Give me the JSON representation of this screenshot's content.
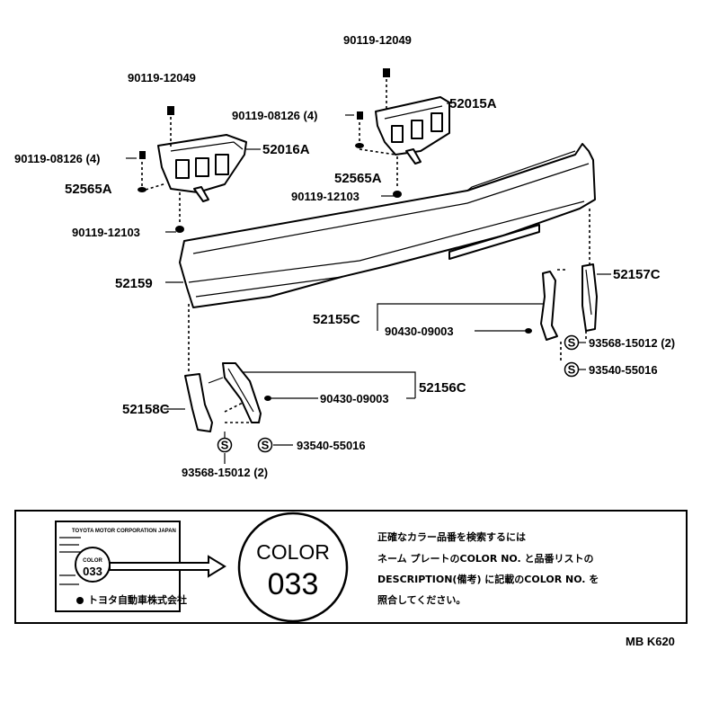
{
  "parts": {
    "bolt_top_right": "90119-12049",
    "bolt_top_left": "90119-12049",
    "bracket_right": "52015A",
    "screw_right": "90119-08126 (4)",
    "bracket_left": "52016A",
    "screw_left": "90119-08126 (4)",
    "nut_right": "52565A",
    "nut_left": "52565A",
    "bolt_bottom_right": "90119-12103",
    "bolt_bottom_left": "90119-12103",
    "bumper_cover": "52159",
    "retainer_right_upper": "52157C",
    "retainer_right_inner": "52155C",
    "clip_right": "90430-09003",
    "screw_s_right_1": "93568-15012 (2)",
    "screw_s_right_2": "93540-55016",
    "retainer_left_inner": "52156C",
    "clip_left": "90430-09003",
    "retainer_left_lower": "52158C",
    "screw_s_left_1": "93540-55016",
    "screw_s_left_2": "93568-15012 (2)"
  },
  "s_symbol": "S",
  "color_box": {
    "plate_line1": "TOYOTA MOTOR CORPORATION JAPAN",
    "plate_code": "033",
    "plate_color_word": "COLOR",
    "plate_maker": "トヨタ自動車株式会社",
    "circle_word": "COLOR",
    "circle_code": "033",
    "note_line1": "正確なカラー品番を検索するには",
    "note_line2": "ネーム プレートのCOLOR NO. と品番リストの",
    "note_line3": "DESCRIPTION(備考) に記載のCOLOR NO. を",
    "note_line4": "照合してください。"
  },
  "figure_id": "MB K620"
}
